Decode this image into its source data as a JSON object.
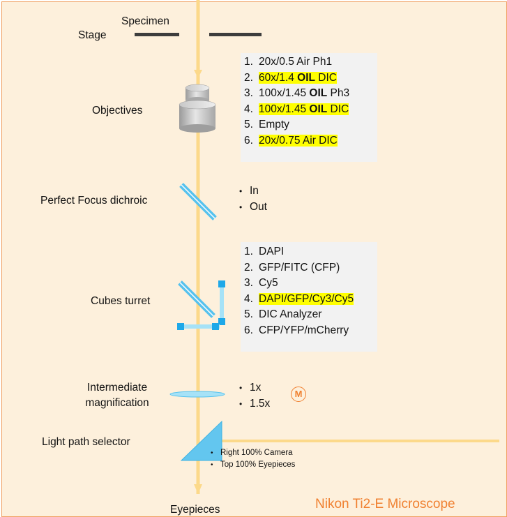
{
  "labels": {
    "stage": "Stage",
    "specimen": "Specimen",
    "objectives": "Objectives",
    "perfect_focus": "Perfect Focus dichroic",
    "cubes_turret": "Cubes turret",
    "intermediate_1": "Intermediate",
    "intermediate_2": "magnification",
    "light_path_selector": "Light path selector",
    "eyepieces": "Eyepieces"
  },
  "objectives": [
    {
      "num": "1.",
      "pre": "20x/0.5 Air Ph1",
      "bold": "",
      "post": "",
      "highlight": false
    },
    {
      "num": "2.",
      "pre": "60x/1.4 ",
      "bold": "OIL",
      "post": " DIC",
      "highlight": true
    },
    {
      "num": "3.",
      "pre": "100x/1.45 ",
      "bold": "OIL",
      "post": " Ph3",
      "highlight": false
    },
    {
      "num": "4.",
      "pre": "100x/1.45 ",
      "bold": "OIL",
      "post": " DIC",
      "highlight": true
    },
    {
      "num": "5.",
      "pre": "Empty",
      "bold": "",
      "post": "",
      "highlight": false
    },
    {
      "num": "6.",
      "pre": "20x/0.75 Air DIC",
      "bold": "",
      "post": "",
      "highlight": true
    }
  ],
  "perfect_focus_options": [
    "In",
    "Out"
  ],
  "cubes": [
    {
      "num": "1.",
      "text": "DAPI",
      "highlight": false
    },
    {
      "num": "2.",
      "text": "GFP/FITC (CFP)",
      "highlight": false
    },
    {
      "num": "3.",
      "text": "Cy5",
      "highlight": false
    },
    {
      "num": "4.",
      "text": "DAPI/GFP/Cy3/Cy5",
      "highlight": true
    },
    {
      "num": "5.",
      "text": "DIC Analyzer",
      "highlight": false
    },
    {
      "num": "6.",
      "text": "CFP/YFP/mCherry",
      "highlight": false
    }
  ],
  "magnification_options": [
    "1x",
    "1.5x"
  ],
  "motorized_badge": "M",
  "light_path_options": [
    "Right 100% Camera",
    "Top 100% Eyepieces"
  ],
  "title": "Nikon Ti2-E Microscope",
  "colors": {
    "background": "#fdf0dc",
    "border": "#f0a060",
    "light_path": "#fcd98a",
    "optic_blue": "#56c2ee",
    "highlight": "#ffff00",
    "title": "#f08030"
  },
  "icons": [
    "objective-lens-icon",
    "dichroic-mirror-icon",
    "filter-cube-icon",
    "magnification-lens-icon",
    "prism-icon",
    "motorized-icon"
  ]
}
